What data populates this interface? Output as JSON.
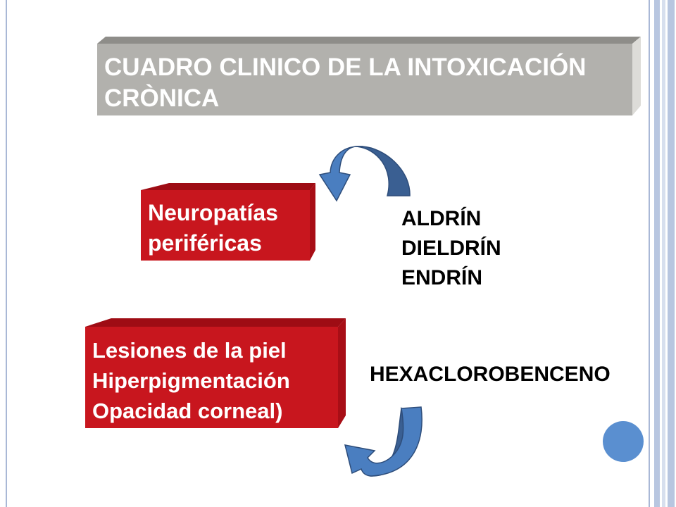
{
  "title": "CUADRO CLINICO DE LA INTOXICACIÓN\nCRÒNICA",
  "boxes": {
    "neuropathy": "Neuropatías\nperiféricas",
    "skin": "Lesiones de la piel\nHiperpigmentación\nOpacidad corneal)"
  },
  "compounds": {
    "group_1": "ALDRÍN\nDIELDRÍN\nENDRÍN",
    "group_2": "HEXACLOROBENCENO"
  },
  "colors": {
    "title_box": "#b2b1ad",
    "title_box_side": "#dddcd8",
    "title_box_top": "#8e8d89",
    "title_text": "#ffffff",
    "red_box": "#c8161e",
    "red_box_side": "#a80e16",
    "red_box_top": "#9e0c14",
    "box_text": "#ffffff",
    "compound_text": "#000000",
    "arrow": "#4a7ec0",
    "arrow_dark": "#3a5f92",
    "circle": "#5a8fd0",
    "border_line": "#a9b8d6",
    "border_line_light": "#d7dfee"
  }
}
